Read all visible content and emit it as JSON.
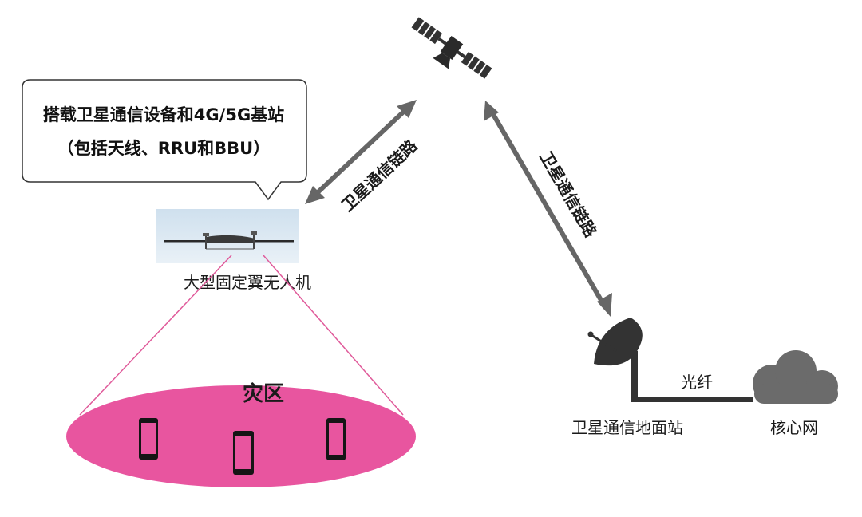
{
  "callout": {
    "line1": "搭载卫星通信设备和4G/5G基站",
    "line2": "（包括天线、RRU和BBU）"
  },
  "nodes": {
    "drone_label": "大型固定翼无人机",
    "disaster_label": "灾区",
    "ground_station_label": "卫星通信地面站",
    "core_network_label": "核心网"
  },
  "links": {
    "drone_satellite": "卫星通信链路",
    "satellite_ground": "卫星通信链路",
    "ground_core": "光纤"
  },
  "colors": {
    "arrow": "#666666",
    "disaster_zone": "#e8559f",
    "beam": "#e05a9a",
    "icon_dark": "#1a1a1a",
    "cloud": "#6b6b6b",
    "sky": "#dce9f3"
  },
  "icons": [
    "satellite-icon",
    "dish-icon",
    "cloud-icon",
    "phone-icon",
    "drone-icon"
  ]
}
